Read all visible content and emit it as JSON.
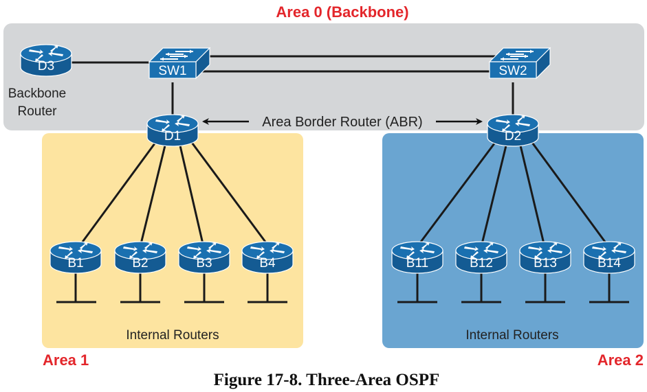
{
  "colors": {
    "backbone_area": "#d4d6d8",
    "area1": "#fde4a0",
    "area2": "#6aa5d1",
    "device_blue": "#1a70b0",
    "device_blue_dark": "#145b93",
    "area_title_red": "#e3262b",
    "link": "#1a1a1a"
  },
  "areas": {
    "area0": {
      "title": "Area 0 (Backbone)"
    },
    "area1": {
      "title": "Area 1",
      "caption": "Internal Routers"
    },
    "area2": {
      "title": "Area 2",
      "caption": "Internal Routers"
    }
  },
  "labels": {
    "backbone_router_line1": "Backbone",
    "backbone_router_line2": "Router",
    "abr": "Area Border Router (ABR)"
  },
  "devices": {
    "switches": [
      {
        "id": "SW1",
        "label": "SW1"
      },
      {
        "id": "SW2",
        "label": "SW2"
      }
    ],
    "backbone_routers": [
      {
        "id": "D3",
        "label": "D3"
      },
      {
        "id": "D1",
        "label": "D1"
      },
      {
        "id": "D2",
        "label": "D2"
      }
    ],
    "area1_routers": [
      {
        "id": "B1",
        "label": "B1"
      },
      {
        "id": "B2",
        "label": "B2"
      },
      {
        "id": "B3",
        "label": "B3"
      },
      {
        "id": "B4",
        "label": "B4"
      }
    ],
    "area2_routers": [
      {
        "id": "B11",
        "label": "B11"
      },
      {
        "id": "B12",
        "label": "B12"
      },
      {
        "id": "B13",
        "label": "B13"
      },
      {
        "id": "B14",
        "label": "B14"
      }
    ]
  },
  "links": [
    [
      "D3",
      "SW1"
    ],
    [
      "SW1",
      "SW2"
    ],
    [
      "SW1",
      "SW2"
    ],
    [
      "SW1",
      "D1"
    ],
    [
      "SW2",
      "D2"
    ],
    [
      "D1",
      "B1"
    ],
    [
      "D1",
      "B2"
    ],
    [
      "D1",
      "B3"
    ],
    [
      "D1",
      "B4"
    ],
    [
      "D2",
      "B11"
    ],
    [
      "D2",
      "B12"
    ],
    [
      "D2",
      "B13"
    ],
    [
      "D2",
      "B14"
    ]
  ],
  "caption": "Figure 17-8. Three-Area OSPF"
}
